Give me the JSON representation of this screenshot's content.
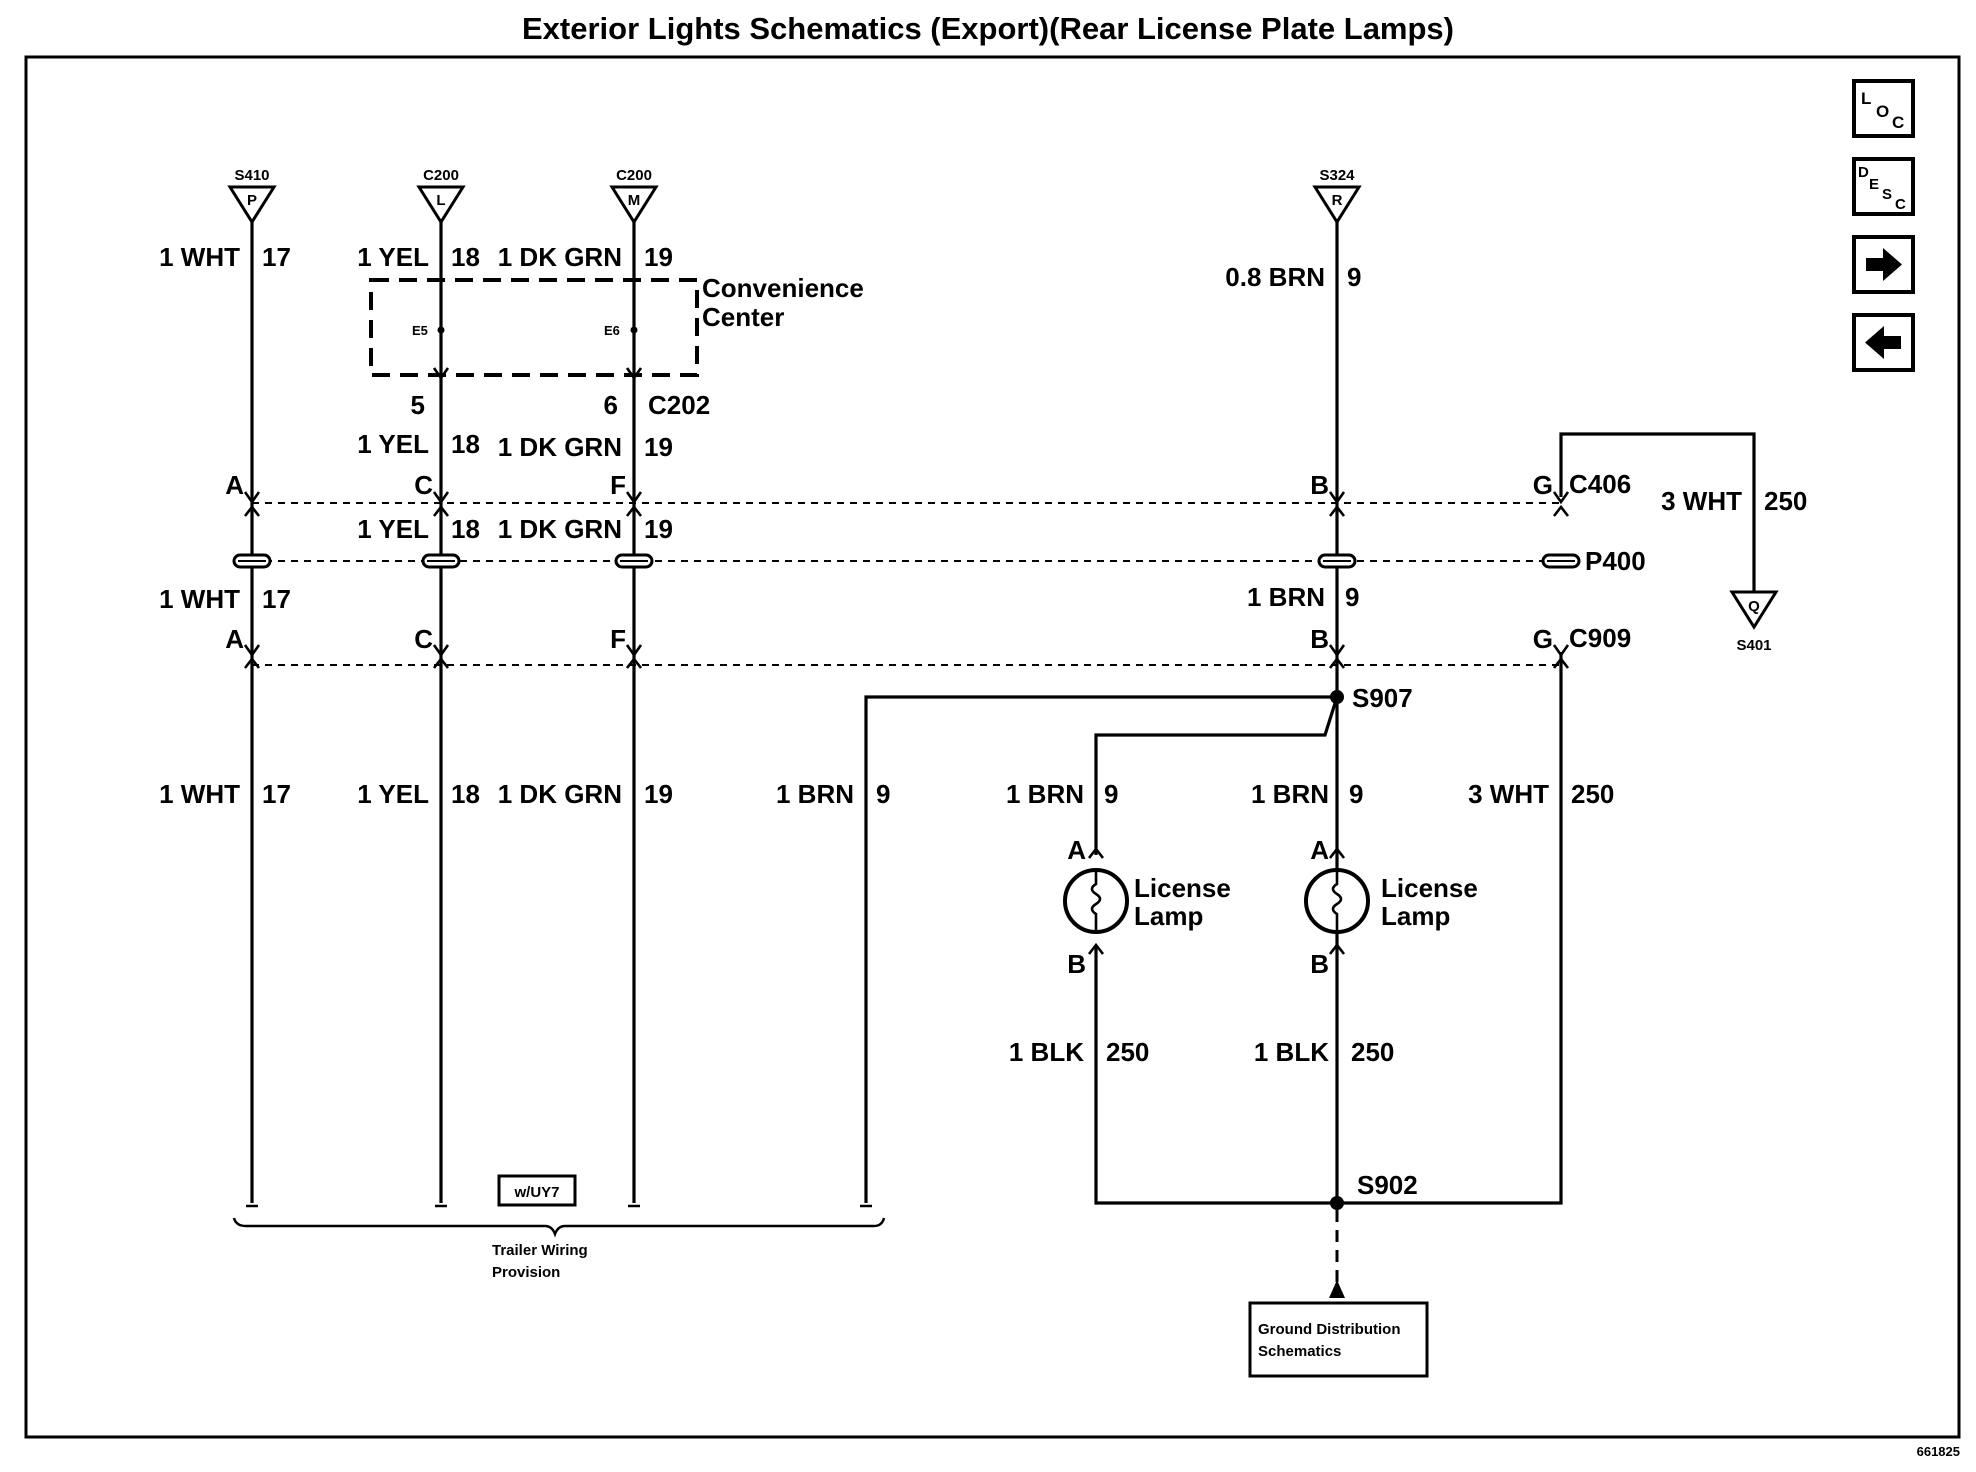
{
  "title": "Exterior Lights Schematics (Export)(Rear License Plate Lamps)",
  "figure_number": "661825",
  "nav_buttons": [
    {
      "name": "loc-button",
      "letters": [
        "L",
        "O",
        "C"
      ]
    },
    {
      "name": "desc-button",
      "letters": [
        "D",
        "E",
        "S",
        "C"
      ]
    },
    {
      "name": "next-button",
      "icon": "arrow-right-icon"
    },
    {
      "name": "prev-button",
      "icon": "arrow-left-icon"
    }
  ],
  "sources": {
    "s410": {
      "ref": "S410",
      "pin": "P"
    },
    "c200_l": {
      "ref": "C200",
      "pin": "L"
    },
    "c200_m": {
      "ref": "C200",
      "pin": "M"
    },
    "s324": {
      "ref": "S324",
      "pin": "R"
    }
  },
  "ground_s401": {
    "ref": "S401",
    "pin": "Q"
  },
  "convenience_center": {
    "label_line1": "Convenience",
    "label_line2": "Center",
    "pin_e5": "E5",
    "pin_e6": "E6",
    "connector": "C202",
    "pin_5": "5",
    "pin_6": "6"
  },
  "connectors": {
    "c406": "C406",
    "p400": "P400",
    "c909": "C909",
    "pins": {
      "a": "A",
      "c": "C",
      "f": "F",
      "b": "B",
      "g": "G"
    }
  },
  "wires": {
    "wht_size": "1 WHT",
    "wht_circuit": "17",
    "yel_size": "1 YEL",
    "yel_circuit": "18",
    "dkgrn_size": "1 DK GRN",
    "dkgrn_circuit": "19",
    "brn08_size": "0.8 BRN",
    "brn_circuit": "9",
    "brn_size": "1 BRN",
    "wht3_size": "3 WHT",
    "wht3_circuit": "250",
    "blk_size": "1 BLK",
    "blk_circuit": "250"
  },
  "splices": {
    "s907": "S907",
    "s902": "S902"
  },
  "lamps": {
    "left": {
      "line1": "License",
      "line2": "Lamp",
      "pin_top": "A",
      "pin_bottom": "B"
    },
    "right": {
      "line1": "License",
      "line2": "Lamp",
      "pin_top": "A",
      "pin_bottom": "B"
    }
  },
  "option_box": "w/UY7",
  "trailer_line1": "Trailer Wiring",
  "trailer_line2": "Provision",
  "ground_box_line1": "Ground Distribution",
  "ground_box_line2": "Schematics"
}
